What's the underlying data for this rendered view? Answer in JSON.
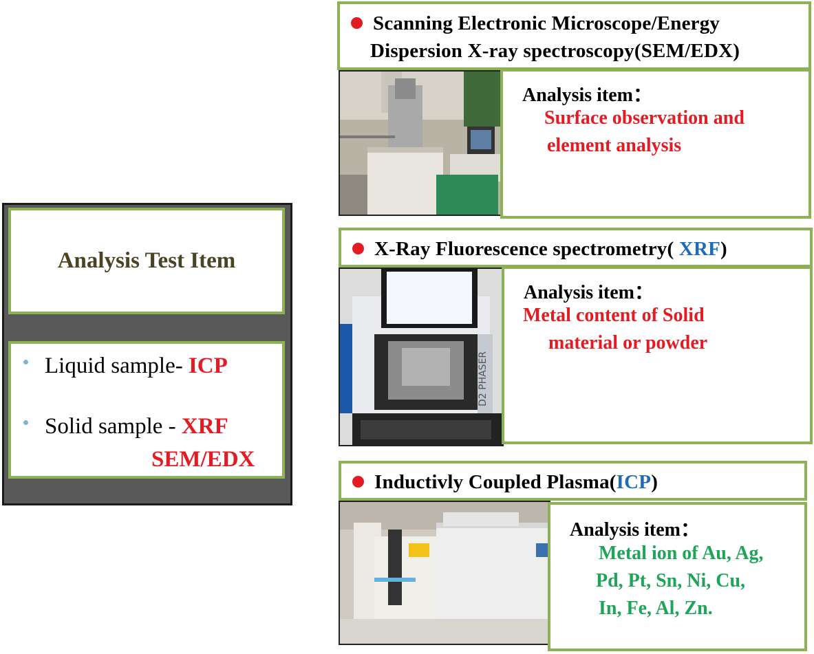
{
  "left": {
    "title": "Analysis Test Item",
    "liquid_label": "Liquid sample- ",
    "liquid_method": "ICP",
    "solid_label": "Solid sample  - ",
    "solid_method": "XRF",
    "solid_method_2": "SEM/EDX"
  },
  "sem": {
    "header_line1": "Scanning Electronic Microscope/Energy",
    "header_line2": "Dispersion X-ray spectroscopy(SEM/EDX)",
    "item_label": "Analysis item：",
    "item_line1": "Surface observation and",
    "item_line2": "element analysis"
  },
  "xrf": {
    "header_prefix": "X-Ray Fluorescence  spectrometry( ",
    "header_abbr": "XRF",
    "header_suffix": ")",
    "item_label": "Analysis item：",
    "item_line1": "Metal content of  Solid",
    "item_line2": "material or powder",
    "machine_text": "D2 PHASER"
  },
  "icp": {
    "header_prefix": "Inductivly Coupled Plasma(",
    "header_abbr": "ICP",
    "header_suffix": ")",
    "item_label": "Analysis item：",
    "item_line1": "Metal ion of Au, Ag,",
    "item_line2": "Pd, Pt, Sn, Ni, Cu,",
    "item_line3": "In, Fe, Al, Zn."
  },
  "colors": {
    "border_green": "#8db255",
    "accent_red": "#e31b23",
    "accent_blue": "#1f6bb8",
    "accent_green": "#1fa55a",
    "panel_gray": "#595959"
  }
}
